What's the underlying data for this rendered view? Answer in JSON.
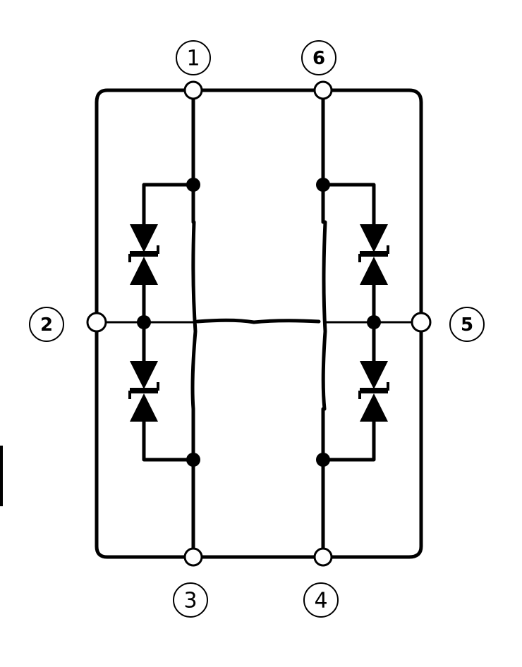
{
  "pins": {
    "p1": "1",
    "p2": "2",
    "p3": "3",
    "p4": "4",
    "p5": "5",
    "p6": "6"
  }
}
